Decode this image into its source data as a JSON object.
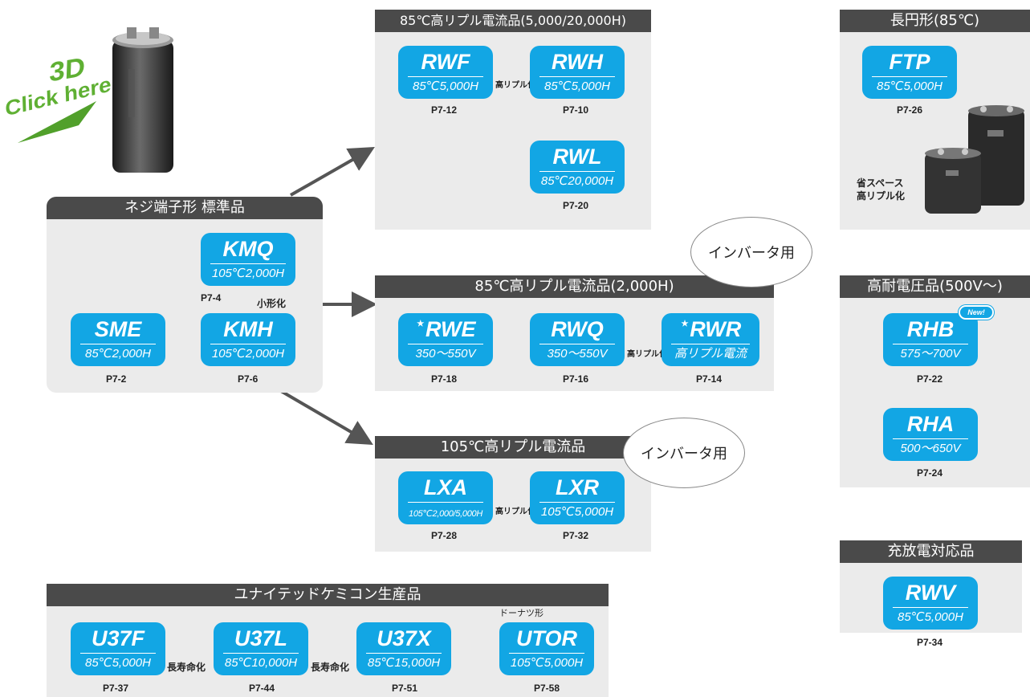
{
  "promo": {
    "line1": "3D",
    "line2": "Click here!"
  },
  "standard": {
    "title": "ネジ端子形 標準品",
    "kmq": {
      "name": "KMQ",
      "spec": "105℃2,000H",
      "page": "P7-4"
    },
    "kmh": {
      "name": "KMH",
      "spec": "105℃2,000H",
      "page": "P7-6"
    },
    "sme": {
      "name": "SME",
      "spec": "85℃2,000H",
      "page": "P7-2"
    },
    "arrow_label": "小形化"
  },
  "ripple85": {
    "title": "85℃高リプル電流品(5,000/20,000H)",
    "rwf": {
      "name": "RWF",
      "spec": "85℃5,000H",
      "page": "P7-12"
    },
    "rwh": {
      "name": "RWH",
      "spec": "85℃5,000H",
      "page": "P7-10"
    },
    "rwl": {
      "name": "RWL",
      "spec": "85℃20,000H",
      "page": "P7-20"
    },
    "arrow_label": "高リプル化"
  },
  "ripple85_2000": {
    "title": "85℃高リプル電流品(2,000H)",
    "bubble": "インバータ用",
    "rwe": {
      "name": "RWE",
      "spec": "350〜550V",
      "page": "P7-18"
    },
    "rwq": {
      "name": "RWQ",
      "spec": "350〜550V",
      "page": "P7-16"
    },
    "rwr": {
      "name": "RWR",
      "spec": "高リプル電流",
      "page": "P7-14"
    },
    "arrow_label": "高リプル化"
  },
  "ripple105": {
    "title": "105℃高リプル電流品",
    "bubble": "インバータ用",
    "lxa": {
      "name": "LXA",
      "spec": "105℃2,000/5,000H",
      "page": "P7-28"
    },
    "lxr": {
      "name": "LXR",
      "spec": "105℃5,000H",
      "page": "P7-32"
    },
    "arrow_label": "高リプル化"
  },
  "united": {
    "title": "ユナイテッドケミコン生産品",
    "u37f": {
      "name": "U37F",
      "spec": "85℃5,000H",
      "page": "P7-37"
    },
    "u37l": {
      "name": "U37L",
      "spec": "85℃10,000H",
      "page": "P7-44"
    },
    "u37x": {
      "name": "U37X",
      "spec": "85℃15,000H",
      "page": "P7-51"
    },
    "utor": {
      "name": "UTOR",
      "spec": "105℃5,000H",
      "page": "P7-58",
      "label": "ドーナツ形"
    },
    "arrow_label": "長寿命化"
  },
  "oval": {
    "title": "長円形(85℃)",
    "ftp": {
      "name": "FTP",
      "spec": "85℃5,000H",
      "page": "P7-26"
    },
    "caption_line1": "省スペース",
    "caption_line2": "高リプル化"
  },
  "highvolt": {
    "title": "高耐電圧品(500V〜)",
    "rhb": {
      "name": "RHB",
      "spec": "575〜700V",
      "page": "P7-22",
      "badge": "New!"
    },
    "rha": {
      "name": "RHA",
      "spec": "500〜650V",
      "page": "P7-24"
    }
  },
  "charge": {
    "title": "充放電対応品",
    "rwv": {
      "name": "RWV",
      "spec": "85℃5,000H",
      "page": "P7-34"
    }
  },
  "colors": {
    "card": "#12a6e4",
    "panel": "#ebebeb",
    "header": "#4a4a4a",
    "arrow": "#555555",
    "promo": "#5fb033"
  },
  "icons": [
    "capacitor-image",
    "oval-capacitor-image",
    "star-icon",
    "arrow-icon"
  ]
}
